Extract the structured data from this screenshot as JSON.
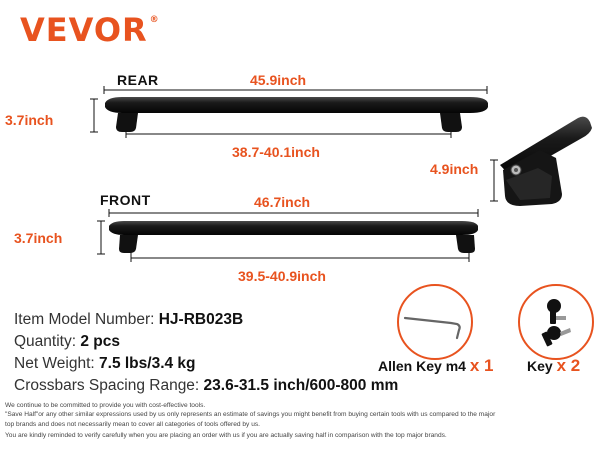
{
  "brand": {
    "name": "VEVOR",
    "mark": "®",
    "color": "#e8531f"
  },
  "rear": {
    "label": "REAR",
    "length": "45.9inch",
    "height": "3.7inch",
    "spread": "38.7-40.1inch"
  },
  "front": {
    "label": "FRONT",
    "length": "46.7inch",
    "height": "3.7inch",
    "spread": "39.5-40.9inch"
  },
  "foot_height": "4.9inch",
  "specs": {
    "model_label": "Item Model Number: ",
    "model_value": "HJ-RB023B",
    "quantity_label": "Quantity: ",
    "quantity_value": "2 pcs",
    "weight_label": "Net Weight: ",
    "weight_value": "7.5 lbs/3.4 kg",
    "spacing_label": "Crossbars Spacing Range: ",
    "spacing_value": "23.6-31.5 inch/600-800 mm"
  },
  "accessories": {
    "allen_key_label": "Allen Key m4",
    "allen_key_qty": "x 1",
    "key_label": "Key",
    "key_qty": "x 2"
  },
  "disclaimer": {
    "line1": "We continue to be committed to provide you with cost-effective tools.",
    "line2": "\"Save Half\"or any other similar expressions used by us only represents an estimate of savings you might benefit from buying certain tools with us compared to the major",
    "line3": "top brands and does not necessarily mean to cover all categories of tools offered by us.",
    "line4": "You are kindly reminded to verify carefully when you are placing an order with us if you are actually saving half in comparison with the top major brands."
  }
}
